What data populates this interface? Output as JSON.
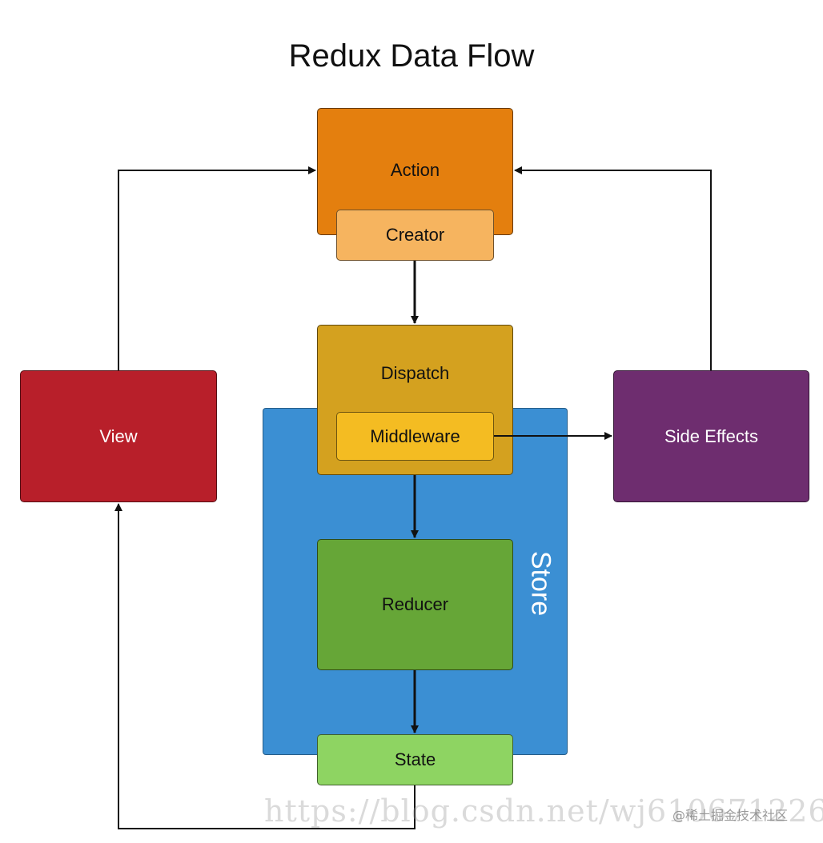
{
  "title": "Redux Data Flow",
  "nodes": {
    "action": "Action",
    "creator": "Creator",
    "dispatch": "Dispatch",
    "middleware": "Middleware",
    "view": "View",
    "side_effects": "Side Effects",
    "store": "Store",
    "reducer": "Reducer",
    "state": "State"
  },
  "colors": {
    "action": "#e47f0e",
    "creator": "#f6b45f",
    "dispatch": "#d4a11f",
    "middleware": "#f4bc22",
    "view": "#b81f2a",
    "side_effects": "#6e2d6f",
    "store": "#3b8fd3",
    "reducer": "#66a637",
    "state": "#8ed462"
  },
  "edges": [
    {
      "from": "Creator",
      "to": "Dispatch"
    },
    {
      "from": "Dispatch",
      "to": "Reducer"
    },
    {
      "from": "Reducer",
      "to": "State"
    },
    {
      "from": "Middleware",
      "to": "Side Effects"
    },
    {
      "from": "View",
      "to": "Action"
    },
    {
      "from": "Side Effects",
      "to": "Action"
    },
    {
      "from": "State",
      "to": "View"
    }
  ],
  "watermark": {
    "url": "https://blog.csdn.net/wj610671226",
    "tag": "@稀土掘金技术社区"
  }
}
